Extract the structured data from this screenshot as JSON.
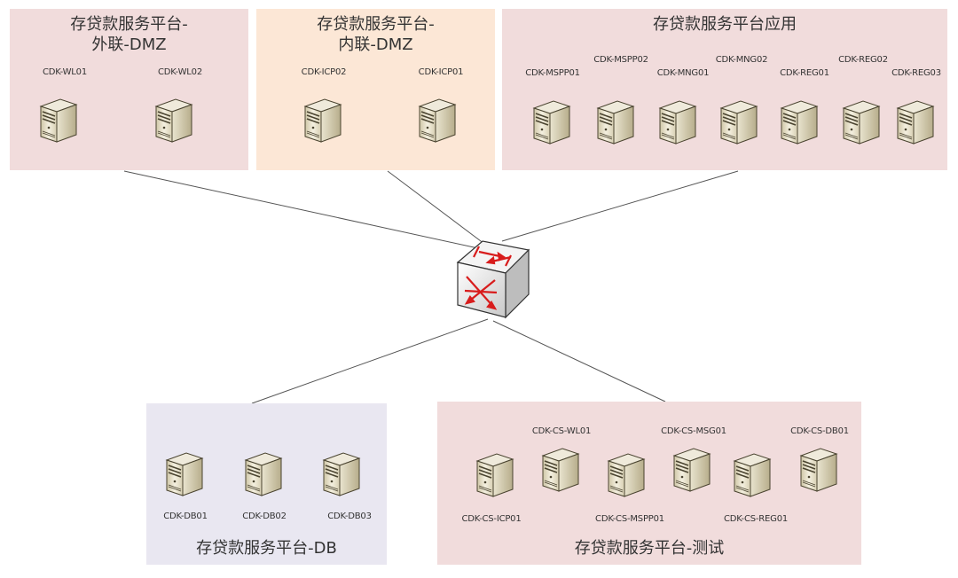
{
  "colors": {
    "zone_pink": "#f1dcdc",
    "zone_peach": "#fce7d6",
    "zone_lavender": "#e9e7f1",
    "link_line": "#555555"
  },
  "icons": {
    "server": "server-icon",
    "switch": "network-switch-icon"
  },
  "zones": {
    "wl_dmz": {
      "title_line1": "存贷款服务平台-",
      "title_line2": "外联-DMZ",
      "servers": [
        "CDK-WL01",
        "CDK-WL02"
      ]
    },
    "icp_dmz": {
      "title_line1": "存贷款服务平台-",
      "title_line2": "内联-DMZ",
      "servers": [
        "CDK-ICP02",
        "CDK-ICP01"
      ]
    },
    "app": {
      "title": "存贷款服务平台应用",
      "servers": [
        "CDK-MSPP01",
        "CDK-MSPP02",
        "CDK-MNG01",
        "CDK-MNG02",
        "CDK-REG01",
        "CDK-REG02",
        "CDK-REG03"
      ]
    },
    "db": {
      "title": "存贷款服务平台-DB",
      "servers": [
        "CDK-DB01",
        "CDK-DB02",
        "CDK-DB03"
      ]
    },
    "test": {
      "title": "存贷款服务平台-测试",
      "servers": [
        "CDK-CS-ICP01",
        "CDK-CS-WL01",
        "CDK-CS-MSPP01",
        "CDK-CS-MSG01",
        "CDK-CS-REG01",
        "CDK-CS-DB01"
      ]
    }
  }
}
